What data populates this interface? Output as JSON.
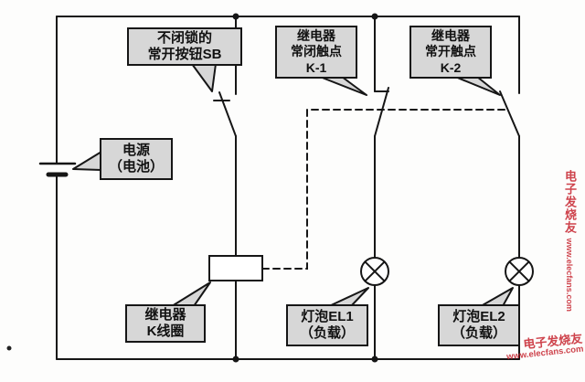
{
  "callouts": {
    "sb": {
      "lines": [
        "不闭锁的",
        "常开按钮SB"
      ]
    },
    "k1": {
      "lines": [
        "继电器",
        "常闭触点",
        "K-1"
      ]
    },
    "k2": {
      "lines": [
        "继电器",
        "常开触点",
        "K-2"
      ]
    },
    "power": {
      "lines": [
        "电源",
        "（电池）"
      ]
    },
    "coil": {
      "lines": [
        "继电器",
        "K线圈"
      ]
    },
    "el1": {
      "lines": [
        "灯泡EL1",
        "（负载）"
      ]
    },
    "el2": {
      "lines": [
        "灯泡EL2",
        "（负载）"
      ]
    }
  },
  "watermarks": {
    "side": {
      "brand": "电子发烧友",
      "url": "www.elecfans.com"
    },
    "corner": {
      "brand": "电子发烧友",
      "url": "www.elecfans.com"
    }
  },
  "colors": {
    "wire": "#161616",
    "callout_bg": "#d7d7d7",
    "watermark_red": "#c6222d"
  }
}
